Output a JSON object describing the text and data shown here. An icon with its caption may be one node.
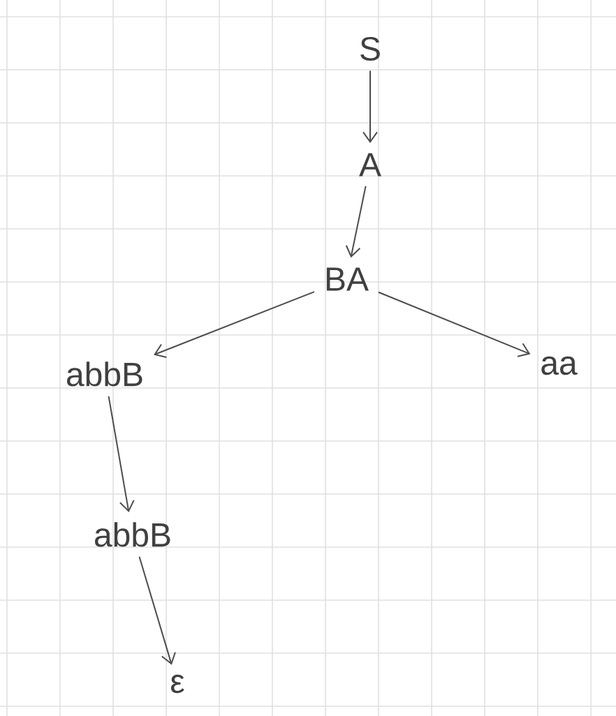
{
  "diagram": {
    "nodes": [
      {
        "text": [
          "S"
        ]
      },
      {
        "text": [
          "A"
        ]
      },
      {
        "text": [
          "BA"
        ]
      },
      {
        "text": [
          "abbB"
        ]
      },
      {
        "text": [
          "aa"
        ]
      },
      {
        "text": [
          "abbB"
        ]
      },
      {
        "text": [
          "ε"
        ]
      }
    ],
    "edges": [
      {
        "from": 0,
        "to": 1,
        "arrow": "to"
      },
      {
        "from": 1,
        "to": 2,
        "arrow": "to"
      },
      {
        "from": 2,
        "to": 3,
        "arrow": "to"
      },
      {
        "from": 2,
        "to": 4,
        "arrow": "to"
      },
      {
        "from": 3,
        "to": 5,
        "arrow": "to"
      },
      {
        "from": 5,
        "to": 6,
        "arrow": "to"
      }
    ]
  }
}
